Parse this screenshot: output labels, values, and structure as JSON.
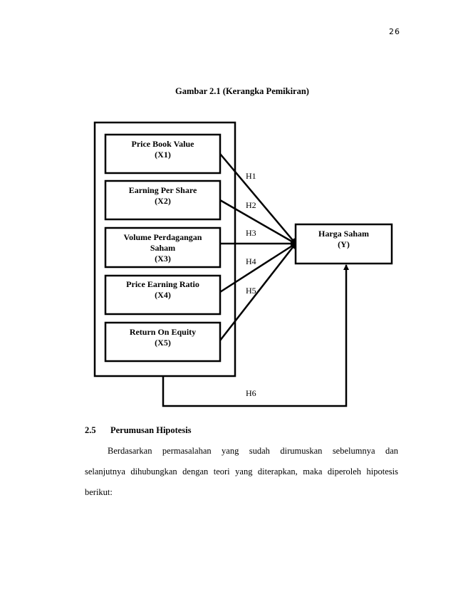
{
  "page_number": "26",
  "figure": {
    "caption": "Gambar 2.1 (Kerangka Pemikiran)",
    "independent_variables": [
      {
        "lines": [
          "Price Book Value",
          "(X1)"
        ]
      },
      {
        "lines": [
          "Earning Per Share",
          "(X2)"
        ]
      },
      {
        "lines": [
          "Volume Perdagangan",
          "Saham",
          "(X3)"
        ]
      },
      {
        "lines": [
          "Price Earning Ratio",
          "(X4)"
        ]
      },
      {
        "lines": [
          "Return On Equity",
          "(X5)"
        ]
      }
    ],
    "dependent_variable": {
      "lines": [
        "Harga Saham",
        "(Y)"
      ]
    },
    "hypotheses": [
      "H1",
      "H2",
      "H3",
      "H4",
      "H5",
      "H6"
    ]
  },
  "section": {
    "number": "2.5",
    "title": "Perumusan Hipotesis",
    "paragraph_lines": [
      "Berdasarkan permasalahan yang sudah dirumuskan sebelumnya dan",
      "selanjutnya dihubungkan dengan teori yang diterapkan, maka diperoleh hipotesis",
      "berikut:"
    ]
  }
}
